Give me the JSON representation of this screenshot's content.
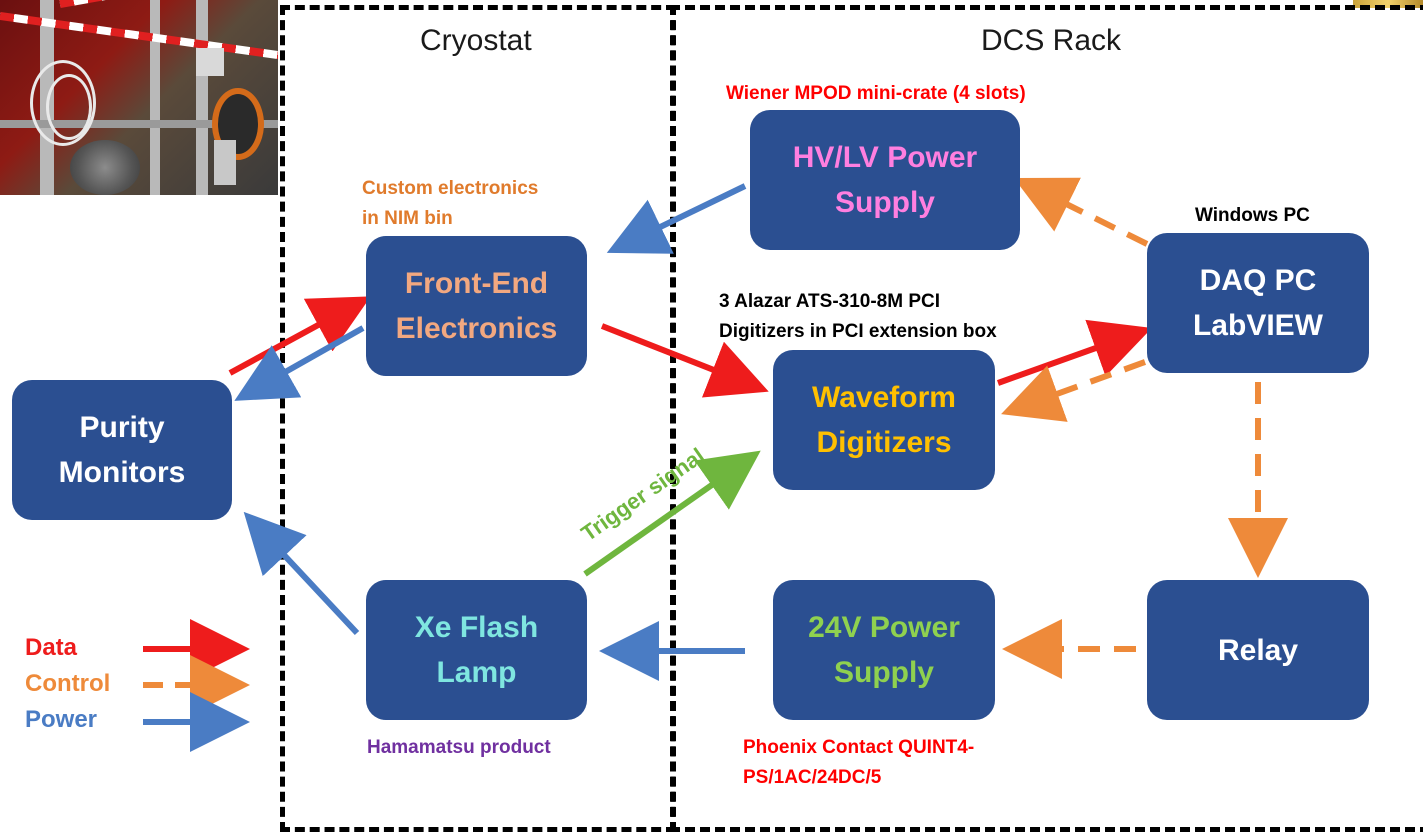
{
  "regions": {
    "cryostat": "Cryostat",
    "dcs_rack": "DCS Rack"
  },
  "blocks": {
    "purity_monitors": "Purity\nMonitors",
    "front_end": "Front-End\nElectronics",
    "xe_lamp": "Xe Flash\nLamp",
    "hvlv": "HV/LV Power\nSupply",
    "waveform": "Waveform\nDigitizers",
    "psu24": "24V Power\nSupply",
    "daq": "DAQ PC\nLabVIEW",
    "relay": "Relay"
  },
  "notes": {
    "custom_electronics": "Custom electronics\nin NIM bin",
    "hamamatsu": "Hamamatsu product",
    "wiener": "Wiener MPOD mini-crate (4 slots)",
    "alazar": "3 Alazar ATS-310-8M PCI\nDigitizers in PCI extension box",
    "windows_pc": "Windows PC",
    "phoenix": "Phoenix Contact QUINT4-\nPS/1AC/24DC/5"
  },
  "trigger_signal": "Trigger signal",
  "legend": {
    "data": "Data",
    "control": "Control",
    "power": "Power"
  },
  "colors": {
    "block_fill": "#2b4f91",
    "data": "#ee1c1c",
    "control": "#ee8a3a",
    "power": "#4a7cc4",
    "trigger": "#6fb63e",
    "purity_text": "#ffffff",
    "front_end_text": "#f2a880",
    "xe_lamp_text": "#7fe6e0",
    "hvlv_text": "#ff7fe0",
    "waveform_text": "#ffc000",
    "psu24_text": "#8fd14f",
    "daq_text": "#ffffff",
    "relay_text": "#ffffff",
    "note_orange": "#e07b2c",
    "note_purple": "#7030a0",
    "note_red": "#ff0000",
    "note_black": "#000000"
  }
}
